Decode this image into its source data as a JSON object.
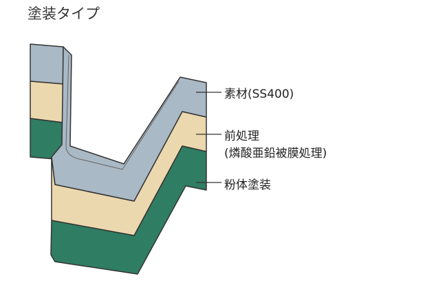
{
  "title": "塗装タイプ",
  "layers": [
    {
      "label": "素材(SS400)",
      "color": "#a9b9c5"
    },
    {
      "label": "前処理",
      "sub": "(燐酸亜鉛被膜処理)",
      "color": "#ecd8ae"
    },
    {
      "label": "粉体塗装",
      "color": "#2f7d62"
    }
  ]
}
